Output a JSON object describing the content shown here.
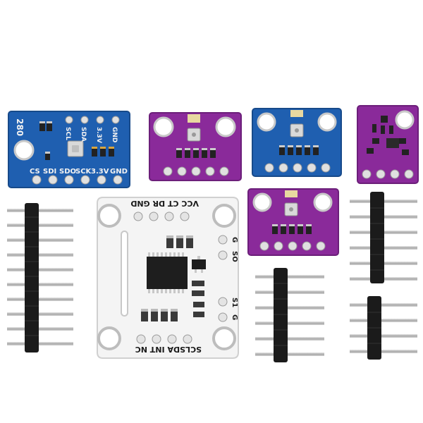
{
  "scene": {
    "description_free": true,
    "colors": {
      "background": "#ffffff",
      "blue_board": "#1f5fb0",
      "purple_board": "#8a2a9a",
      "white_board": "#f4f4f4",
      "pad": "#d8d8d8",
      "header_plastic": "#1b1b1b",
      "header_pin": "#bdbdbd"
    }
  },
  "blue_bme280": {
    "side_label": "280",
    "top_labels": [
      "SCL",
      "SDA",
      "3.3V",
      "GND"
    ],
    "bottom_labels": [
      "CS",
      "SDI",
      "SDO",
      "SCK",
      "3.3V",
      "GND"
    ]
  },
  "white_board": {
    "top_label": "VCC CT DR GND",
    "bottom_label": "SCLSDA INT NC",
    "right_labels": [
      "G",
      "SO",
      "S1",
      "G"
    ]
  }
}
